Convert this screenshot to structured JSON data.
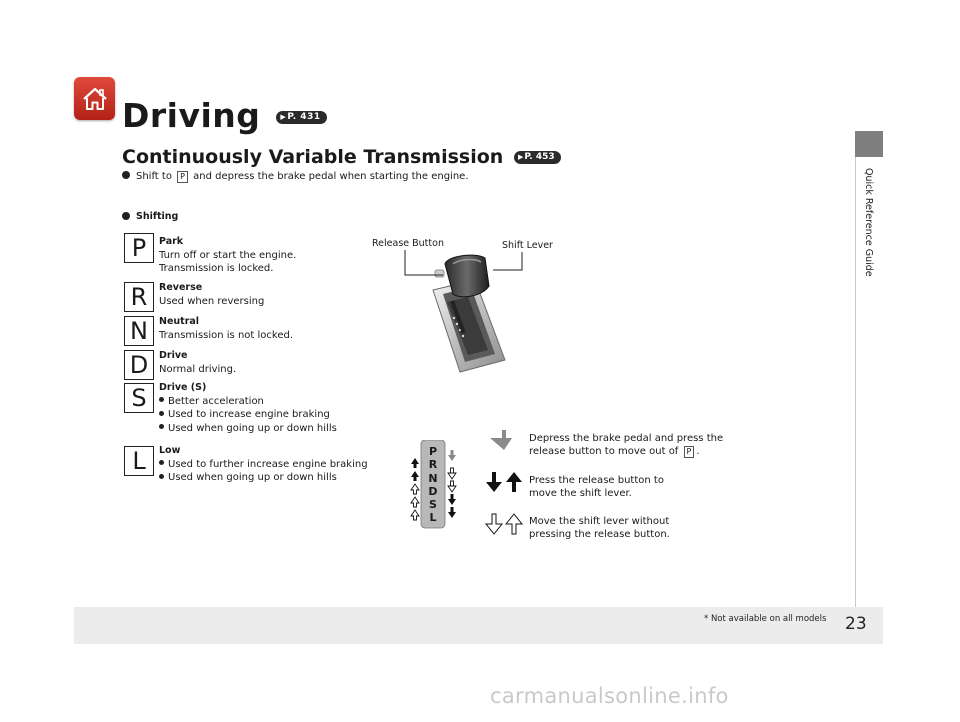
{
  "header": {
    "title": "Driving",
    "title_ref": "P. 431",
    "section_title": "Continuously Variable Transmission",
    "section_ref": "P. 453",
    "intro_before": "Shift to",
    "intro_gear": "P",
    "intro_after": "and depress the brake pedal when starting the engine.",
    "shifting_label": "Shifting"
  },
  "gears": [
    {
      "letter": "P",
      "name": "Park",
      "lines": [
        "Turn off or start the engine.",
        "Transmission is locked."
      ],
      "bullets": []
    },
    {
      "letter": "R",
      "name": "Reverse",
      "lines": [
        "Used when reversing"
      ],
      "bullets": []
    },
    {
      "letter": "N",
      "name": "Neutral",
      "lines": [
        "Transmission is not locked."
      ],
      "bullets": []
    },
    {
      "letter": "D",
      "name": "Drive",
      "lines": [
        "Normal driving."
      ],
      "bullets": []
    },
    {
      "letter": "S",
      "name": "Drive (S)",
      "lines": [],
      "bullets": [
        "Better acceleration",
        "Used to increase engine braking",
        "Used when going up or down hills"
      ]
    },
    {
      "letter": "L",
      "name": "Low",
      "lines": [],
      "bullets": [
        "Used to further increase engine braking",
        "Used when going up or down hills"
      ]
    }
  ],
  "figure": {
    "release_button_label": "Release Button",
    "shift_lever_label": "Shift Lever",
    "indicator_letters": [
      "P",
      "R",
      "N",
      "D",
      "S",
      "L"
    ]
  },
  "legend": {
    "item1": {
      "text_before": "Depress the brake pedal and press the release button to move out of",
      "gear": "P",
      "text_after": "."
    },
    "item2": "Press the release button to move the shift lever.",
    "item3": "Move the shift lever without pressing the release button."
  },
  "sidebar": {
    "label": "Quick Reference Guide"
  },
  "footer": {
    "page_number": "23",
    "footnote": "* Not available on all models"
  },
  "watermark": "carmanualsonline.info",
  "colors": {
    "home_button": "#c9301f",
    "side_tab": "#7f7f7f",
    "footer_band": "#ececec"
  }
}
